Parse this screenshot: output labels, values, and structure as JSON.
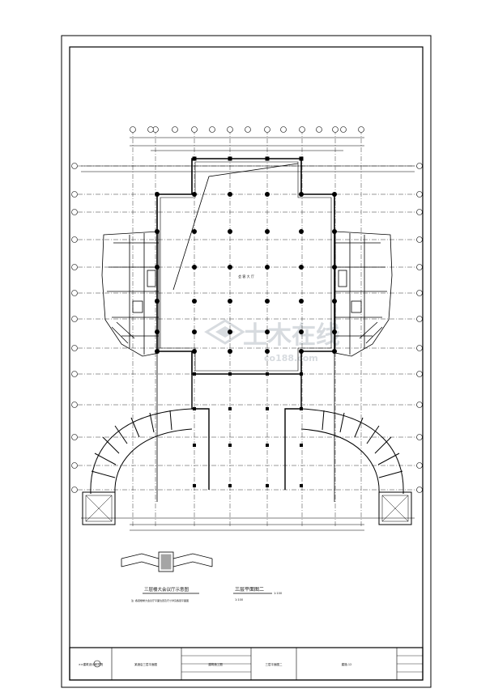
{
  "drawing": {
    "center_label": "会 客 大 厅",
    "plan_title": "三层平面图二",
    "plan_scale": "1:100",
    "plan_scale_note": "1:100",
    "detail_title": "三层楼大会议厅示意图",
    "detail_note": "注: 各层楼梯大会议厅平面位置及尺寸详见各层平面图"
  },
  "title_block": {
    "cells": [
      "××建筑设计研究院",
      "某酒店三层平面图",
      "建筑施工图",
      "三层平面图二",
      "建施-12"
    ]
  },
  "watermark": {
    "text": "土木在线",
    "sub": "co188.com"
  },
  "colors": {
    "line": "#000000",
    "watermark": "#b8bec6"
  }
}
